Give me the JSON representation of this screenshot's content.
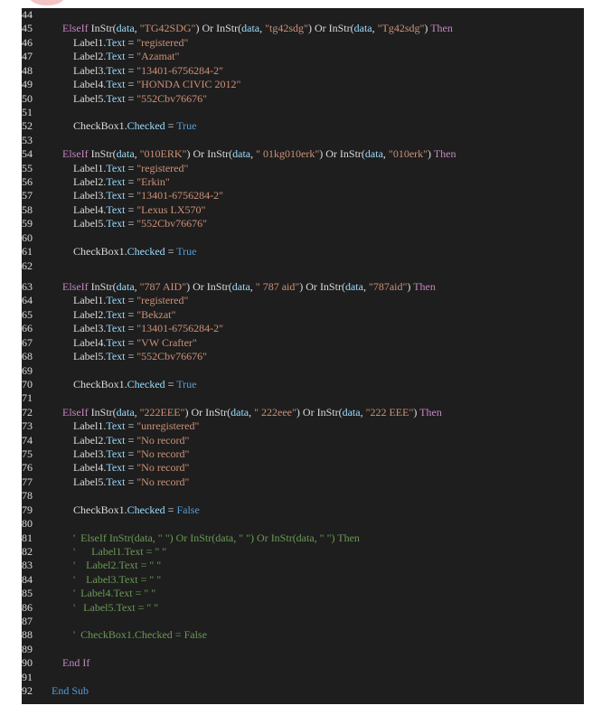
{
  "lines": [
    {
      "num": "44",
      "indent": 0,
      "parts": []
    },
    {
      "num": "45",
      "indent": 1,
      "parts": [
        {
          "k": "kw",
          "t": "ElseIf "
        },
        {
          "k": "id",
          "t": "InStr("
        },
        {
          "k": "prop",
          "t": "data"
        },
        {
          "k": "id",
          "t": ", "
        },
        {
          "k": "str",
          "t": "\"TG42SDG\""
        },
        {
          "k": "id",
          "t": ") Or "
        },
        {
          "k": "id",
          "t": "InStr("
        },
        {
          "k": "prop",
          "t": "data"
        },
        {
          "k": "id",
          "t": ", "
        },
        {
          "k": "str",
          "t": "\"tg42sdg\""
        },
        {
          "k": "id",
          "t": ") Or "
        },
        {
          "k": "id",
          "t": "InStr("
        },
        {
          "k": "prop",
          "t": "data"
        },
        {
          "k": "id",
          "t": ", "
        },
        {
          "k": "str",
          "t": "\"Tg42sdg\""
        },
        {
          "k": "id",
          "t": ") "
        },
        {
          "k": "kw",
          "t": "Then"
        }
      ]
    },
    {
      "num": "46",
      "indent": 2,
      "parts": [
        {
          "k": "id",
          "t": "Label1."
        },
        {
          "k": "prop",
          "t": "Text"
        },
        {
          "k": "id",
          "t": " = "
        },
        {
          "k": "str",
          "t": "\"registered\""
        }
      ]
    },
    {
      "num": "47",
      "indent": 2,
      "parts": [
        {
          "k": "id",
          "t": "Label2."
        },
        {
          "k": "prop",
          "t": "Text"
        },
        {
          "k": "id",
          "t": " = "
        },
        {
          "k": "str",
          "t": "\"Azamat\""
        }
      ]
    },
    {
      "num": "48",
      "indent": 2,
      "parts": [
        {
          "k": "id",
          "t": "Label3."
        },
        {
          "k": "prop",
          "t": "Text"
        },
        {
          "k": "id",
          "t": " = "
        },
        {
          "k": "str",
          "t": "\"13401-6756284-2\""
        }
      ]
    },
    {
      "num": "49",
      "indent": 2,
      "parts": [
        {
          "k": "id",
          "t": "Label4."
        },
        {
          "k": "prop",
          "t": "Text"
        },
        {
          "k": "id",
          "t": " = "
        },
        {
          "k": "str",
          "t": "\"HONDA CIVIC 2012\""
        }
      ]
    },
    {
      "num": "50",
      "indent": 2,
      "parts": [
        {
          "k": "id",
          "t": "Label5."
        },
        {
          "k": "prop",
          "t": "Text"
        },
        {
          "k": "id",
          "t": " = "
        },
        {
          "k": "str",
          "t": "\"552Cbv76676\""
        }
      ]
    },
    {
      "num": "51",
      "indent": 0,
      "parts": []
    },
    {
      "num": "52",
      "indent": 2,
      "parts": [
        {
          "k": "id",
          "t": "CheckBox1."
        },
        {
          "k": "prop",
          "t": "Checked"
        },
        {
          "k": "id",
          "t": " = "
        },
        {
          "k": "bool",
          "t": "True"
        }
      ]
    },
    {
      "num": "53",
      "indent": 0,
      "parts": []
    },
    {
      "num": "54",
      "indent": 1,
      "parts": [
        {
          "k": "kw",
          "t": "ElseIf "
        },
        {
          "k": "id",
          "t": "InStr("
        },
        {
          "k": "prop",
          "t": "data"
        },
        {
          "k": "id",
          "t": ", "
        },
        {
          "k": "str",
          "t": "\"010ERK\""
        },
        {
          "k": "id",
          "t": ") Or "
        },
        {
          "k": "id",
          "t": "InStr("
        },
        {
          "k": "prop",
          "t": "data"
        },
        {
          "k": "id",
          "t": ", "
        },
        {
          "k": "str",
          "t": "\" 01kg010erk\""
        },
        {
          "k": "id",
          "t": ") Or "
        },
        {
          "k": "id",
          "t": "InStr("
        },
        {
          "k": "prop",
          "t": "data"
        },
        {
          "k": "id",
          "t": ", "
        },
        {
          "k": "str",
          "t": "\"010erk\""
        },
        {
          "k": "id",
          "t": ") "
        },
        {
          "k": "kw",
          "t": "Then"
        }
      ]
    },
    {
      "num": "55",
      "indent": 2,
      "parts": [
        {
          "k": "id",
          "t": "Label1."
        },
        {
          "k": "prop",
          "t": "Text"
        },
        {
          "k": "id",
          "t": " = "
        },
        {
          "k": "str",
          "t": "\"registered\""
        }
      ]
    },
    {
      "num": "56",
      "indent": 2,
      "parts": [
        {
          "k": "id",
          "t": "Label2."
        },
        {
          "k": "prop",
          "t": "Text"
        },
        {
          "k": "id",
          "t": " = "
        },
        {
          "k": "str",
          "t": "\"Erkin\""
        }
      ]
    },
    {
      "num": "57",
      "indent": 2,
      "parts": [
        {
          "k": "id",
          "t": "Label3."
        },
        {
          "k": "prop",
          "t": "Text"
        },
        {
          "k": "id",
          "t": " = "
        },
        {
          "k": "str",
          "t": "\"13401-6756284-2\""
        }
      ]
    },
    {
      "num": "58",
      "indent": 2,
      "parts": [
        {
          "k": "id",
          "t": "Label4."
        },
        {
          "k": "prop",
          "t": "Text"
        },
        {
          "k": "id",
          "t": " = "
        },
        {
          "k": "str",
          "t": "\"Lexus LX570\""
        }
      ]
    },
    {
      "num": "59",
      "indent": 2,
      "parts": [
        {
          "k": "id",
          "t": "Label5."
        },
        {
          "k": "prop",
          "t": "Text"
        },
        {
          "k": "id",
          "t": " = "
        },
        {
          "k": "str",
          "t": "\"552Cbv76676\""
        }
      ]
    },
    {
      "num": "60",
      "indent": 0,
      "parts": []
    },
    {
      "num": "61",
      "indent": 2,
      "parts": [
        {
          "k": "id",
          "t": "CheckBox1."
        },
        {
          "k": "prop",
          "t": "Checked"
        },
        {
          "k": "id",
          "t": " = "
        },
        {
          "k": "bool",
          "t": "True"
        }
      ]
    },
    {
      "num": "62",
      "indent": 0,
      "parts": []
    },
    {
      "num": "",
      "indent": 0,
      "parts": []
    },
    {
      "num": "63",
      "indent": 1,
      "parts": [
        {
          "k": "kw",
          "t": "ElseIf "
        },
        {
          "k": "id",
          "t": "InStr("
        },
        {
          "k": "prop",
          "t": "data"
        },
        {
          "k": "id",
          "t": ", "
        },
        {
          "k": "str",
          "t": "\"787 AID\""
        },
        {
          "k": "id",
          "t": ") Or "
        },
        {
          "k": "id",
          "t": "InStr("
        },
        {
          "k": "prop",
          "t": "data"
        },
        {
          "k": "id",
          "t": ", "
        },
        {
          "k": "str",
          "t": "\" 787 aid\""
        },
        {
          "k": "id",
          "t": ") Or "
        },
        {
          "k": "id",
          "t": "InStr("
        },
        {
          "k": "prop",
          "t": "data"
        },
        {
          "k": "id",
          "t": ", "
        },
        {
          "k": "str",
          "t": "\"787aid\""
        },
        {
          "k": "id",
          "t": ") "
        },
        {
          "k": "kw",
          "t": "Then"
        }
      ]
    },
    {
      "num": "64",
      "indent": 2,
      "parts": [
        {
          "k": "id",
          "t": "Label1."
        },
        {
          "k": "prop",
          "t": "Text"
        },
        {
          "k": "id",
          "t": " = "
        },
        {
          "k": "str",
          "t": "\"registered\""
        }
      ]
    },
    {
      "num": "65",
      "indent": 2,
      "parts": [
        {
          "k": "id",
          "t": "Label2."
        },
        {
          "k": "prop",
          "t": "Text"
        },
        {
          "k": "id",
          "t": " = "
        },
        {
          "k": "str",
          "t": "\"Bekzat\""
        }
      ]
    },
    {
      "num": "66",
      "indent": 2,
      "parts": [
        {
          "k": "id",
          "t": "Label3."
        },
        {
          "k": "prop",
          "t": "Text"
        },
        {
          "k": "id",
          "t": " = "
        },
        {
          "k": "str",
          "t": "\"13401-6756284-2\""
        }
      ]
    },
    {
      "num": "67",
      "indent": 2,
      "parts": [
        {
          "k": "id",
          "t": "Label4."
        },
        {
          "k": "prop",
          "t": "Text"
        },
        {
          "k": "id",
          "t": " = "
        },
        {
          "k": "str",
          "t": "\"VW Crafter\""
        }
      ]
    },
    {
      "num": "68",
      "indent": 2,
      "parts": [
        {
          "k": "id",
          "t": "Label5."
        },
        {
          "k": "prop",
          "t": "Text"
        },
        {
          "k": "id",
          "t": " = "
        },
        {
          "k": "str",
          "t": "\"552Cbv76676\""
        }
      ]
    },
    {
      "num": "69",
      "indent": 0,
      "parts": []
    },
    {
      "num": "70",
      "indent": 2,
      "parts": [
        {
          "k": "id",
          "t": "CheckBox1."
        },
        {
          "k": "prop",
          "t": "Checked"
        },
        {
          "k": "id",
          "t": " = "
        },
        {
          "k": "bool",
          "t": "True"
        }
      ]
    },
    {
      "num": "71",
      "indent": 0,
      "parts": []
    },
    {
      "num": "72",
      "indent": 1,
      "parts": [
        {
          "k": "kw",
          "t": "ElseIf "
        },
        {
          "k": "id",
          "t": "InStr("
        },
        {
          "k": "prop",
          "t": "data"
        },
        {
          "k": "id",
          "t": ", "
        },
        {
          "k": "str",
          "t": "\"222EEE\""
        },
        {
          "k": "id",
          "t": ") Or "
        },
        {
          "k": "id",
          "t": "InStr("
        },
        {
          "k": "prop",
          "t": "data"
        },
        {
          "k": "id",
          "t": ", "
        },
        {
          "k": "str",
          "t": "\" 222eee\""
        },
        {
          "k": "id",
          "t": ") Or "
        },
        {
          "k": "id",
          "t": "InStr("
        },
        {
          "k": "prop",
          "t": "data"
        },
        {
          "k": "id",
          "t": ", "
        },
        {
          "k": "str",
          "t": "\"222 EEE\""
        },
        {
          "k": "id",
          "t": ") "
        },
        {
          "k": "kw",
          "t": "Then"
        }
      ]
    },
    {
      "num": "73",
      "indent": 2,
      "parts": [
        {
          "k": "id",
          "t": "Label1."
        },
        {
          "k": "prop",
          "t": "Text"
        },
        {
          "k": "id",
          "t": " = "
        },
        {
          "k": "str",
          "t": "\"unregistered\""
        }
      ]
    },
    {
      "num": "74",
      "indent": 2,
      "parts": [
        {
          "k": "id",
          "t": "Label2."
        },
        {
          "k": "prop",
          "t": "Text"
        },
        {
          "k": "id",
          "t": " = "
        },
        {
          "k": "str",
          "t": "\"No record\""
        }
      ]
    },
    {
      "num": "75",
      "indent": 2,
      "parts": [
        {
          "k": "id",
          "t": "Label3."
        },
        {
          "k": "prop",
          "t": "Text"
        },
        {
          "k": "id",
          "t": " = "
        },
        {
          "k": "str",
          "t": "\"No record\""
        }
      ]
    },
    {
      "num": "76",
      "indent": 2,
      "parts": [
        {
          "k": "id",
          "t": "Label4."
        },
        {
          "k": "prop",
          "t": "Text"
        },
        {
          "k": "id",
          "t": " = "
        },
        {
          "k": "str",
          "t": "\"No record\""
        }
      ]
    },
    {
      "num": "77",
      "indent": 2,
      "parts": [
        {
          "k": "id",
          "t": "Label5."
        },
        {
          "k": "prop",
          "t": "Text"
        },
        {
          "k": "id",
          "t": " = "
        },
        {
          "k": "str",
          "t": "\"No record\""
        }
      ]
    },
    {
      "num": "78",
      "indent": 0,
      "parts": []
    },
    {
      "num": "79",
      "indent": 2,
      "parts": [
        {
          "k": "id",
          "t": "CheckBox1."
        },
        {
          "k": "prop",
          "t": "Checked"
        },
        {
          "k": "id",
          "t": " = "
        },
        {
          "k": "bool",
          "t": "False"
        }
      ]
    },
    {
      "num": "80",
      "indent": 0,
      "parts": []
    },
    {
      "num": "81",
      "indent": 2,
      "parts": [
        {
          "k": "cm",
          "t": "'  ElseIf InStr(data, \" \") Or InStr(data, \" \") Or InStr(data, \" \") Then"
        }
      ]
    },
    {
      "num": "82",
      "indent": 2,
      "parts": [
        {
          "k": "cm",
          "t": "'      Label1.Text = \" \""
        }
      ]
    },
    {
      "num": "83",
      "indent": 2,
      "parts": [
        {
          "k": "cm",
          "t": "'    Label2.Text = \" \""
        }
      ]
    },
    {
      "num": "84",
      "indent": 2,
      "parts": [
        {
          "k": "cm",
          "t": "'    Label3.Text = \" \""
        }
      ]
    },
    {
      "num": "85",
      "indent": 2,
      "parts": [
        {
          "k": "cm",
          "t": "'  Label4.Text = \" \""
        }
      ]
    },
    {
      "num": "86",
      "indent": 2,
      "parts": [
        {
          "k": "cm",
          "t": "'   Label5.Text = \" \""
        }
      ]
    },
    {
      "num": "87",
      "indent": 0,
      "parts": []
    },
    {
      "num": "88",
      "indent": 2,
      "parts": [
        {
          "k": "cm",
          "t": "'  CheckBox1.Checked = False"
        }
      ]
    },
    {
      "num": "89",
      "indent": 0,
      "parts": []
    },
    {
      "num": "90",
      "indent": 1,
      "parts": [
        {
          "k": "kw",
          "t": "End If"
        }
      ]
    },
    {
      "num": "91",
      "indent": 0,
      "parts": []
    },
    {
      "num": "92",
      "indent": 3,
      "parts": [
        {
          "k": "bool",
          "t": "End Sub"
        }
      ]
    }
  ]
}
